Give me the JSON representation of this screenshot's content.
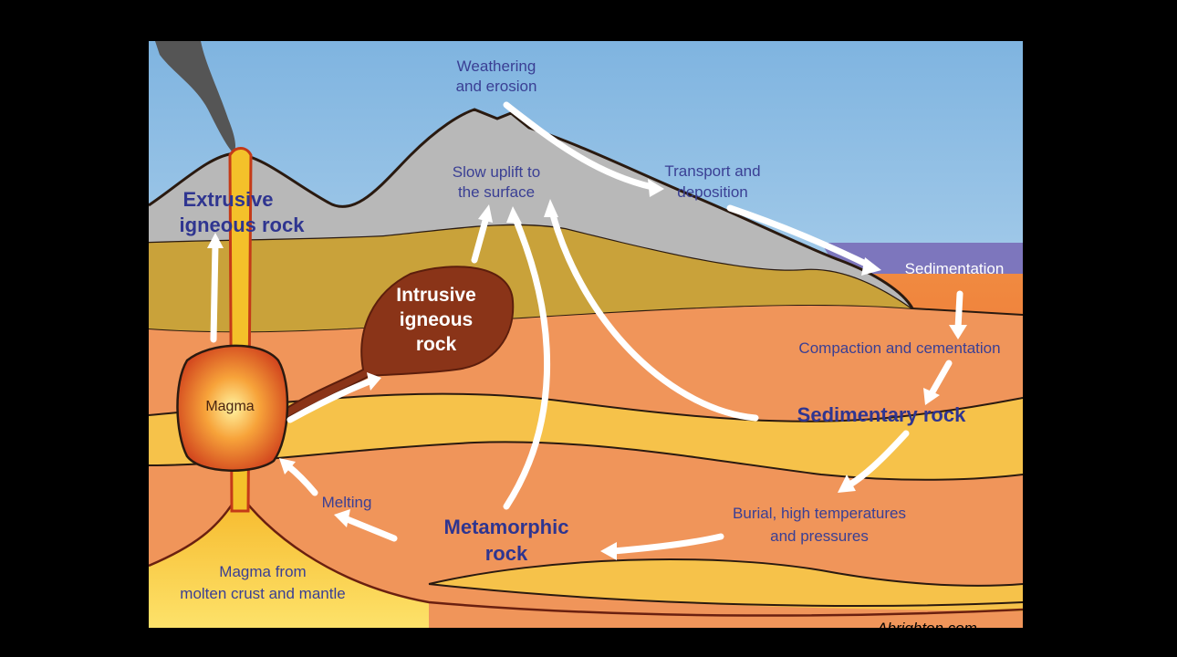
{
  "diagram": {
    "labels": {
      "weathering_1": "Weathering",
      "weathering_2": "and erosion",
      "uplift_1": "Slow uplift to",
      "uplift_2": "the surface",
      "transport_1": "Transport and",
      "transport_2": "deposition",
      "sedimentation": "Sedimentation",
      "compaction": "Compaction and cementation",
      "sedimentary": "Sedimentary rock",
      "burial_1": "Burial, high temperatures",
      "burial_2": "and pressures",
      "metamorphic_1": "Metamorphic",
      "metamorphic_2": "rock",
      "melting": "Melting",
      "magma": "Magma",
      "magma_source_1": "Magma from",
      "magma_source_2": "molten crust and mantle",
      "extrusive_1": "Extrusive",
      "extrusive_2": "igneous rock",
      "intrusive_1": "Intrusive",
      "intrusive_2": "igneous",
      "intrusive_3": "rock"
    },
    "watermark": "Abrighton.com",
    "colors": {
      "sky": "#aacdea",
      "mountain": "#b8b8b8",
      "sediment": "#c9a23a",
      "crust": "#f0955a",
      "yellow_band": "#f6c24a",
      "intrusion": "#8a3418",
      "sea": "#8a82c6",
      "label": "#3a3f94"
    }
  }
}
